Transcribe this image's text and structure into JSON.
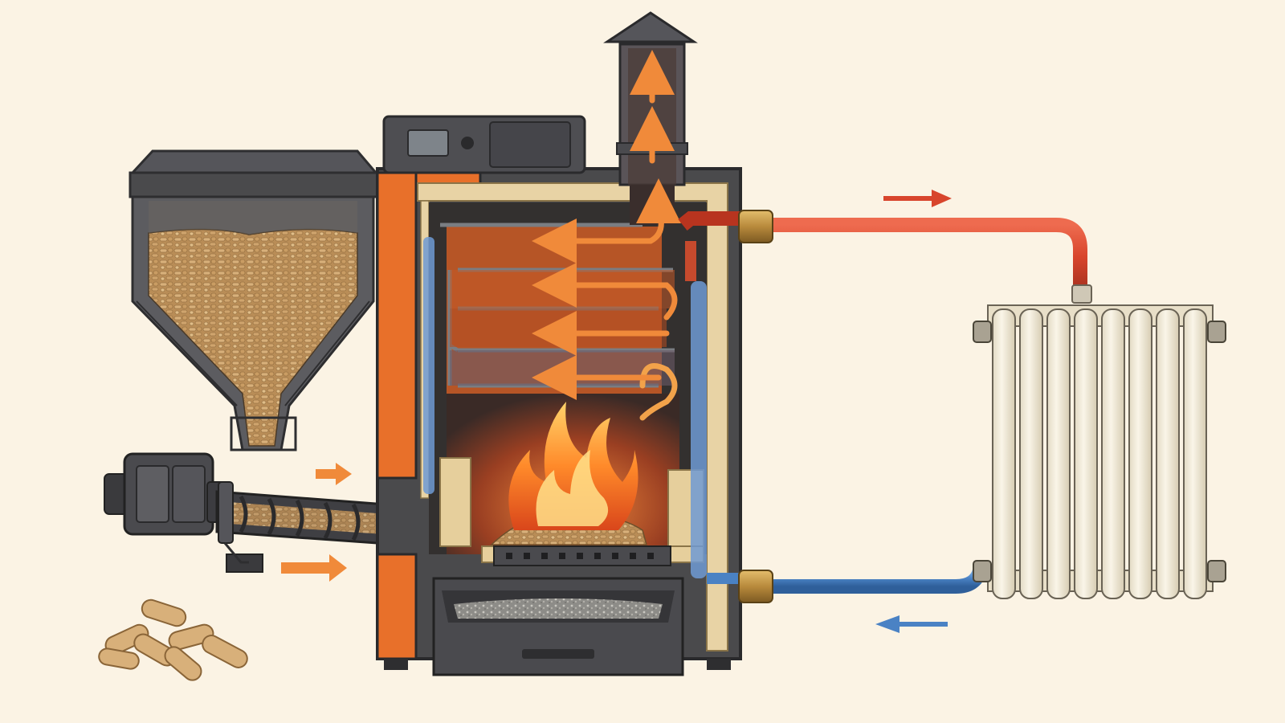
{
  "diagram": {
    "type": "cutaway-illustration",
    "labels": [],
    "components": [
      {
        "id": "pellet-hopper",
        "name": "pellet-hopper"
      },
      {
        "id": "feed-motor",
        "name": "feed-motor"
      },
      {
        "id": "auger",
        "name": "auger-screw"
      },
      {
        "id": "boiler",
        "name": "boiler-body"
      },
      {
        "id": "control-panel",
        "name": "control-panel"
      },
      {
        "id": "burner",
        "name": "burner-flame"
      },
      {
        "id": "heat-exchanger",
        "name": "heat-exchanger-tubes"
      },
      {
        "id": "ash-drawer",
        "name": "ash-drawer"
      },
      {
        "id": "chimney",
        "name": "chimney-flue"
      },
      {
        "id": "radiator",
        "name": "radiator"
      },
      {
        "id": "pipes",
        "name": "supply-and-return-pipes"
      }
    ],
    "flows": [
      {
        "from": "pellet-hopper",
        "to": "burner",
        "kind": "pellet-feed"
      },
      {
        "from": "outside",
        "to": "boiler",
        "kind": "air-intake"
      },
      {
        "from": "burner",
        "to": "chimney",
        "kind": "flue-gas"
      },
      {
        "from": "boiler",
        "to": "radiator",
        "kind": "hot-water-supply"
      },
      {
        "from": "radiator",
        "to": "boiler",
        "kind": "cold-water-return"
      }
    ]
  },
  "colors": {
    "background": "#fbf3e4",
    "boiler_dark": "#4a4a4c",
    "accent_orange": "#e8702a",
    "insulation": "#e8d3a5",
    "hot_pipe": "#d8452c",
    "cold_pipe": "#4a82c4",
    "flue_arrow": "#f08a3a",
    "pellet": "#c9a06a",
    "radiator": "#f1ead8",
    "brass": "#b88a3c"
  }
}
